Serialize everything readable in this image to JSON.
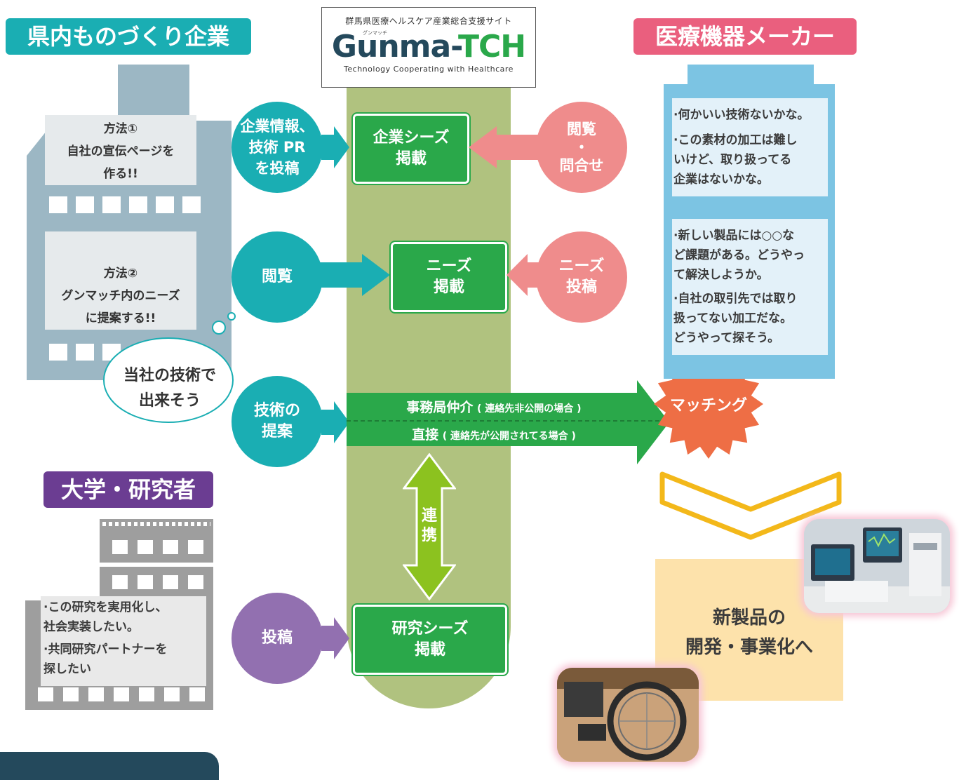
{
  "site": {
    "tagline": "群馬県医療ヘルスケア産業総合支援サイト",
    "ruby": "グンマッチ",
    "logo_main": "Gunma-",
    "logo_accent": "TCH",
    "subtitle": "Technology Cooperating with Healthcare"
  },
  "left_company": {
    "label": "県内ものづくり企業",
    "method1": "方法①\n自社の宣伝ページを\n作る!!",
    "method2": "方法②\nグンマッチ内のニーズ\nに提案する!!",
    "thought": "当社の技術で\n出来そう"
  },
  "university": {
    "label": "大学・研究者",
    "note1": "·この研究を実用化し、\n社会実装したい。",
    "note2": "·共同研究パートナーを\n探したい"
  },
  "maker": {
    "label": "医療機器メーカー",
    "note1": "·何かいい技術ないかな。",
    "note2": "·この素材の加工は難し\nいけど、取り扱ってる\n企業はないかな。",
    "note3": "·新しい製品には○○な\nど課題がある。どうやっ\nて解決しようか。",
    "note4": "·自社の取引先では取り\n扱ってない加工だな。\nどうやって探そう。"
  },
  "flow": {
    "circle_post_pr": "企業情報、\n技術 PR\nを投稿",
    "box_company_seeds": "企業シーズ\n掲載",
    "circle_browse_inquire": "閲覧\n・\n問合せ",
    "circle_browse": "閲覧",
    "box_needs": "ニーズ\n掲載",
    "circle_post_needs": "ニーズ\n投稿",
    "circle_propose": "技術の\n提案",
    "route1_main": "事務局仲介",
    "route1_sub": "( 連絡先非公開の場合 )",
    "route2_main": "直接",
    "route2_sub": "( 連絡先が公開されてる場合 )",
    "matching": "マッチング",
    "link": "連\n携",
    "circle_post_research": "投稿",
    "box_research_seeds": "研究シーズ\n掲載",
    "result": "新製品の\n開発・事業化へ"
  },
  "colors": {
    "teal": "#1aaeb3",
    "pink": "#ea5f7e",
    "purple": "#6b3d92",
    "green": "#2aa84a",
    "olive": "#b0c27f",
    "salmon": "#ef8c8c",
    "lightblue": "#7cc4e3",
    "orange": "#ee6e45",
    "yellow": "#f3b81a",
    "cream": "#fde2ab"
  }
}
